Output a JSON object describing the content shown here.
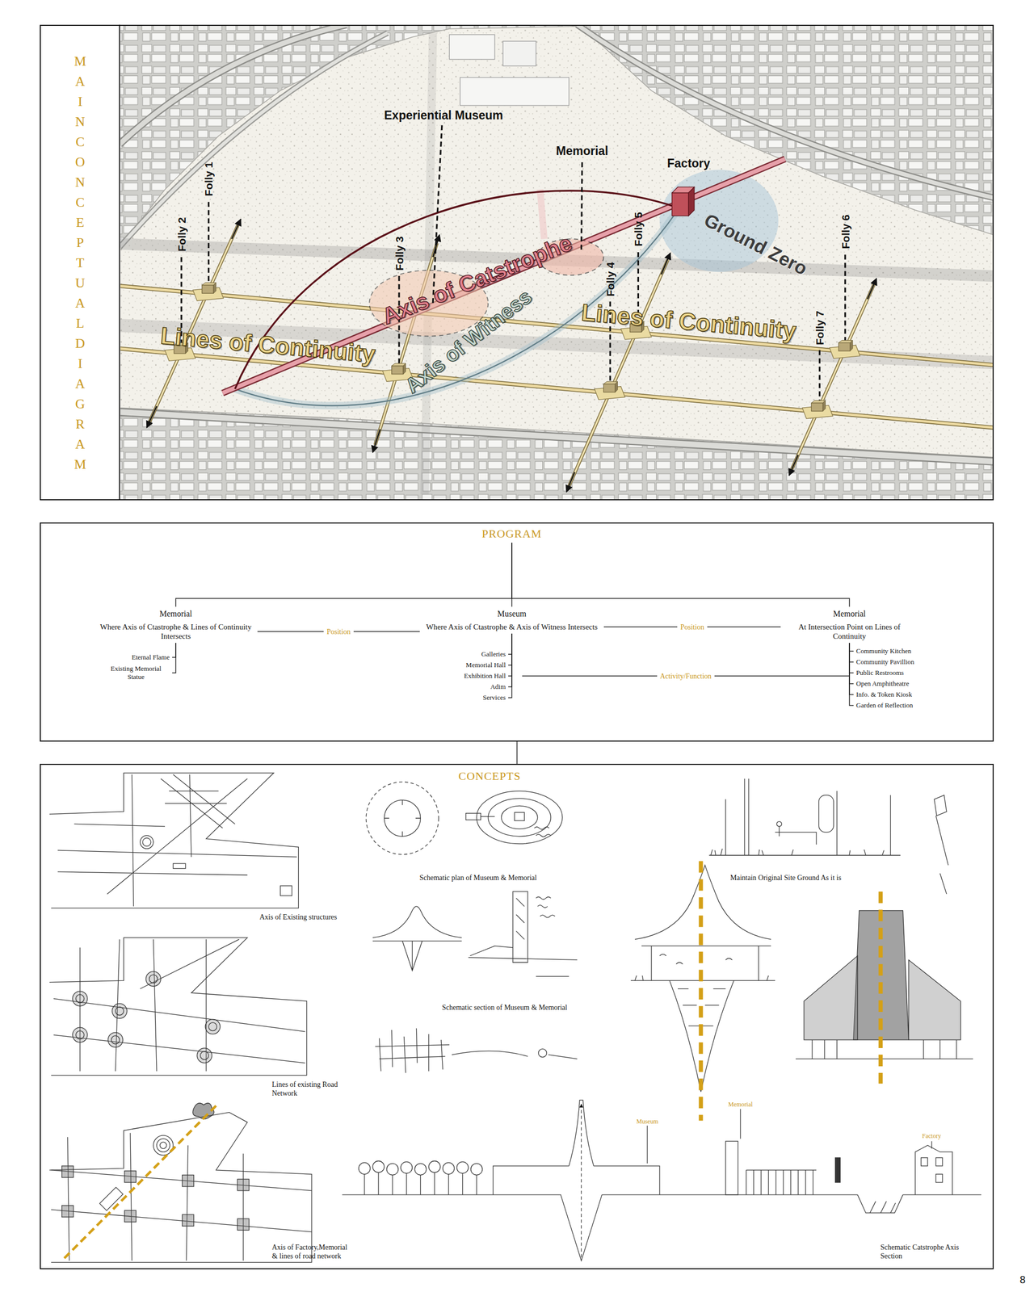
{
  "diagram": {
    "nodes": [
      {
        "text": [
          "MAIN CONCEPTUAL DIAGRAM"
        ]
      },
      {
        "text": [
          "PROGRAM"
        ]
      },
      {
        "text": [
          "Memorial",
          "Where Axis of Ctastrophe & Lines of Continuity Intersects"
        ],
        "in": 1
      },
      {
        "text": [
          "Museum",
          "Where Axis of Ctastrophe & Axis of Witness Intersects"
        ],
        "in": 1
      },
      {
        "text": [
          "Memorial",
          "At Intersection Point on Lines of Continuity"
        ],
        "in": 1
      },
      {
        "text": [
          "Eternal Flame"
        ],
        "in": 1
      },
      {
        "text": [
          "Existing Memorial Statue"
        ],
        "in": 1
      },
      {
        "text": [
          "Galleries"
        ],
        "in": 1
      },
      {
        "text": [
          "Memorial Hall"
        ],
        "in": 1
      },
      {
        "text": [
          "Exhibition Hall"
        ],
        "in": 1
      },
      {
        "text": [
          "Adim"
        ],
        "in": 1
      },
      {
        "text": [
          "Services"
        ],
        "in": 1
      },
      {
        "text": [
          "Community Kitchen"
        ],
        "in": 1
      },
      {
        "text": [
          "Community Pavillion"
        ],
        "in": 1
      },
      {
        "text": [
          "Public Restrooms"
        ],
        "in": 1
      },
      {
        "text": [
          "Open Amphitheatre"
        ],
        "in": 1
      },
      {
        "text": [
          "Info. & Token Kiosk"
        ],
        "in": 1
      },
      {
        "text": [
          "Garden of Reflection"
        ],
        "in": 1
      },
      {
        "text": [
          "CONCEPTS"
        ]
      }
    ],
    "edges": [
      {
        "from": 1,
        "to": 2,
        "arrow": "none"
      },
      {
        "from": 1,
        "to": 3,
        "arrow": "none"
      },
      {
        "from": 1,
        "to": 4,
        "arrow": "none"
      },
      {
        "from": 2,
        "to": 3,
        "label": "Position",
        "arrow": "none"
      },
      {
        "from": 3,
        "to": 4,
        "label": "Position",
        "arrow": "none"
      },
      {
        "from": 2,
        "to": 5,
        "arrow": "none"
      },
      {
        "from": 2,
        "to": 6,
        "arrow": "none"
      },
      {
        "from": 3,
        "to": 7,
        "arrow": "none"
      },
      {
        "from": 3,
        "to": 8,
        "arrow": "none"
      },
      {
        "from": 3,
        "to": 9,
        "arrow": "none"
      },
      {
        "from": 3,
        "to": 10,
        "arrow": "none"
      },
      {
        "from": 3,
        "to": 11,
        "arrow": "none"
      },
      {
        "from": 4,
        "to": 12,
        "arrow": "none"
      },
      {
        "from": 4,
        "to": 13,
        "arrow": "none"
      },
      {
        "from": 4,
        "to": 14,
        "arrow": "none"
      },
      {
        "from": 4,
        "to": 15,
        "arrow": "none"
      },
      {
        "from": 4,
        "to": 16,
        "arrow": "none"
      },
      {
        "from": 4,
        "to": 17,
        "arrow": "none"
      },
      {
        "from": 3,
        "to": 4,
        "label": "Activity/Function",
        "arrow": "none"
      },
      {
        "from": 1,
        "to": 18,
        "arrow": "none"
      }
    ],
    "labels": [
      "Experiential Museum",
      "Memorial",
      "Factory",
      "Folly 1",
      "Folly 2",
      "Folly 3",
      "Folly 4",
      "Folly 5",
      "Folly 6",
      "Folly 7",
      "Axis of Catstrophe",
      "Axis of Witness",
      "Lines of Continuity",
      "Lines of Continuity",
      "Ground Zero",
      "Axis of Existing structures",
      "Lines of existing Road Network",
      "Axis of Factory,Memorial & lines of road network",
      "Schematic plan of Museum & Memorial",
      "Schematic section of Museum & Memorial",
      "Maintain Original Site Ground As it is",
      "Museum",
      "Memorial",
      "Factory",
      "Schematic Catstrophe Axis Section",
      "8"
    ]
  }
}
